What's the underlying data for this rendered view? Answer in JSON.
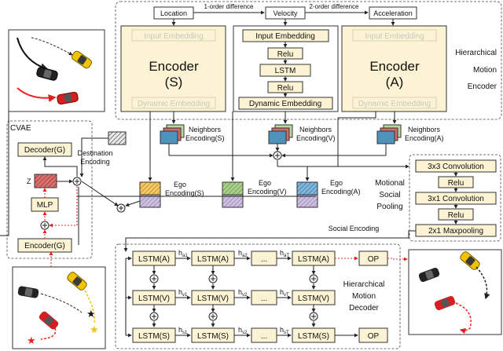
{
  "labels": {
    "location": "Location",
    "velocity": "Velocity",
    "acceleration": "Acceleration",
    "diff1": "1-order difference",
    "diff2": "2-order difference",
    "hme_line1": "Hierarchical",
    "hme_line2": "Motion",
    "hme_line3": "Encoder",
    "input_embedding": "Input Embedding",
    "relu": "Relu",
    "lstm": "LSTM",
    "dynamic_embedding": "Dynamic Embedding",
    "encoder": "Encoder",
    "encoder_s_sub": "(S)",
    "encoder_a_sub": "(A)",
    "cvae": "CVAE",
    "decoder_g": "Decoder(G)",
    "encoder_g": "Encoder(G)",
    "mlp": "MLP",
    "z": "Z",
    "destination_line1": "Destination",
    "destination_line2": "Encoding",
    "neighbors": "Neighbors",
    "neighbors_s": "Encoding(S)",
    "neighbors_v": "Encoding(V)",
    "neighbors_a": "Encoding(A)",
    "ego": "Ego",
    "ego_s": "Encoding(S)",
    "ego_v": "Encoding(V)",
    "ego_a": "Encoding(A)",
    "pool_conv33": "3x3 Convolution",
    "pool_conv31": "3x1 Convolution",
    "pool_maxpool": "2x1 Maxpooling",
    "msp_line1": "Motional",
    "msp_line2": "Social",
    "msp_line3": "Pooling",
    "social_encoding": "Social Encoding",
    "hmd_line1": "Hierarchical",
    "hmd_line2": "Motion",
    "hmd_line3": "Decoder",
    "lstm_a": "LSTM(A)",
    "lstm_v": "LSTM(V)",
    "lstm_s": "LSTM(S)",
    "dots": "...",
    "op": "OP",
    "h_a1": "h",
    "h_a1_sub": "a1",
    "h_a2": "h",
    "h_a2_sub": "a2",
    "h_aT": "h",
    "h_aT_sub": "aT",
    "h_v1": "h",
    "h_v1_sub": "v1",
    "h_v2": "h",
    "h_v2_sub": "v2",
    "h_vT": "h",
    "h_vT_sub": "vT",
    "h_s1": "h",
    "h_s1_sub": "s1",
    "h_s2": "h",
    "h_s2_sub": "s2",
    "h_sT": "h",
    "h_sT_sub": "sT"
  },
  "colors": {
    "box_fill": "#fbf3d3",
    "blue_tile": "#4f93bd",
    "red_tile": "#d36a6a",
    "green_tile": "#b8d8a0",
    "purple_hatch": "#b6a8cc",
    "orange_hatch": "#f0b040",
    "green_hatch": "#8fbf6f",
    "blue_hatch": "#5f9fcf",
    "red_hatch": "#c84848",
    "red_arrow": "#e02020",
    "yellow_car": "#f2c400"
  }
}
